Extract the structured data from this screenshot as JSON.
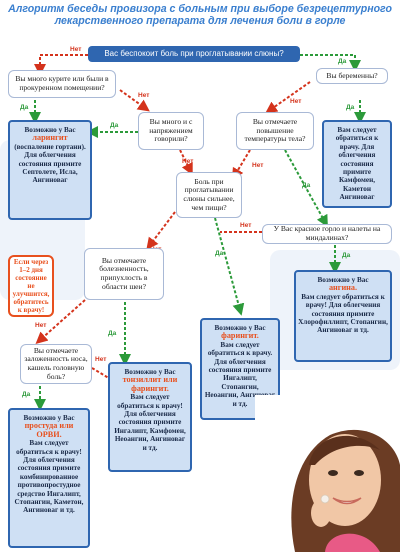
{
  "title": "Алгоритм беседы провизора с больным при выборе безрецептурного лекарственного препарата для лечения боли в горле",
  "labels": {
    "yes": "Да",
    "no": "Нет"
  },
  "colors": {
    "blue": "#2f66b0",
    "yes_arrow": "#2c9a3a",
    "no_arrow": "#d4331c",
    "orange": "#e8501e",
    "result_bg": "#cfe0f4"
  },
  "nodes": {
    "q_pain": "Вас беспокоит боль при проглатывании слюны?",
    "q_smoke": "Вы много курите или были в прокуренном помещении?",
    "q_pregnant": "Вы беременны?",
    "q_talk": "Вы много и с напряжением говорили?",
    "q_temp": "Вы отмечаете повышение температуры тела?",
    "q_sharp": "Боль при проглатывании слюны сильнее, чем пищи?",
    "q_tonsils": "У Вас красное горло и налеты на миндалинах?",
    "q_neck": "Вы отмечаете болезненность, припухлость в области шеи?",
    "q_nose": "Вы отмечаете заложенность носа, кашель головную боль?"
  },
  "warning": "Если через 1–2 дня состояние не улучшится, обратитесь к врачу!",
  "results": {
    "laryngitis": {
      "pre": "Возможно у Вас",
      "dx": "ларингит",
      "post": "(воспаление гортани). Для облегчения состояния примите Септолете, Исла, Ангиноваг"
    },
    "pregnant": {
      "pre": "",
      "dx": "",
      "post": "Вам следует обратиться к врачу. Для облегчения состояния примите Камфомен, Каметон Ангиноваг"
    },
    "angina": {
      "pre": "Возможно у Вас",
      "dx": "ангина.",
      "post": "Вам следует обратиться к врачу! Для облегчения состояния примите Хлорофиллипт, Стопангин, Ангиноваг и тд."
    },
    "pharyngitis": {
      "pre": "Возможно у Вас",
      "dx": "фарингит.",
      "post": "Вам следует обратиться к врачу. Для облегчения состояния примите Ингалипт, Стопангин, Неоангин, Ангиноваг и тд."
    },
    "tonsillitis": {
      "pre": "Возможно у Вас",
      "dx": "тонзиллит или фарингит.",
      "post": "Вам следует обратиться к врачу! Для облегчения состояния примите Ингалипт, Камфомен, Неоангин, Ангиноваг и тд."
    },
    "orvi": {
      "pre": "Возможно у Вас",
      "dx": "простуда или ОРВИ.",
      "post": "Вам следует обратиться к врачу! Для облегчения состояния примите комбинированное противопростудное средство Ингалипт, Стопангин, Каметон, Ангиноваг и тд."
    }
  }
}
